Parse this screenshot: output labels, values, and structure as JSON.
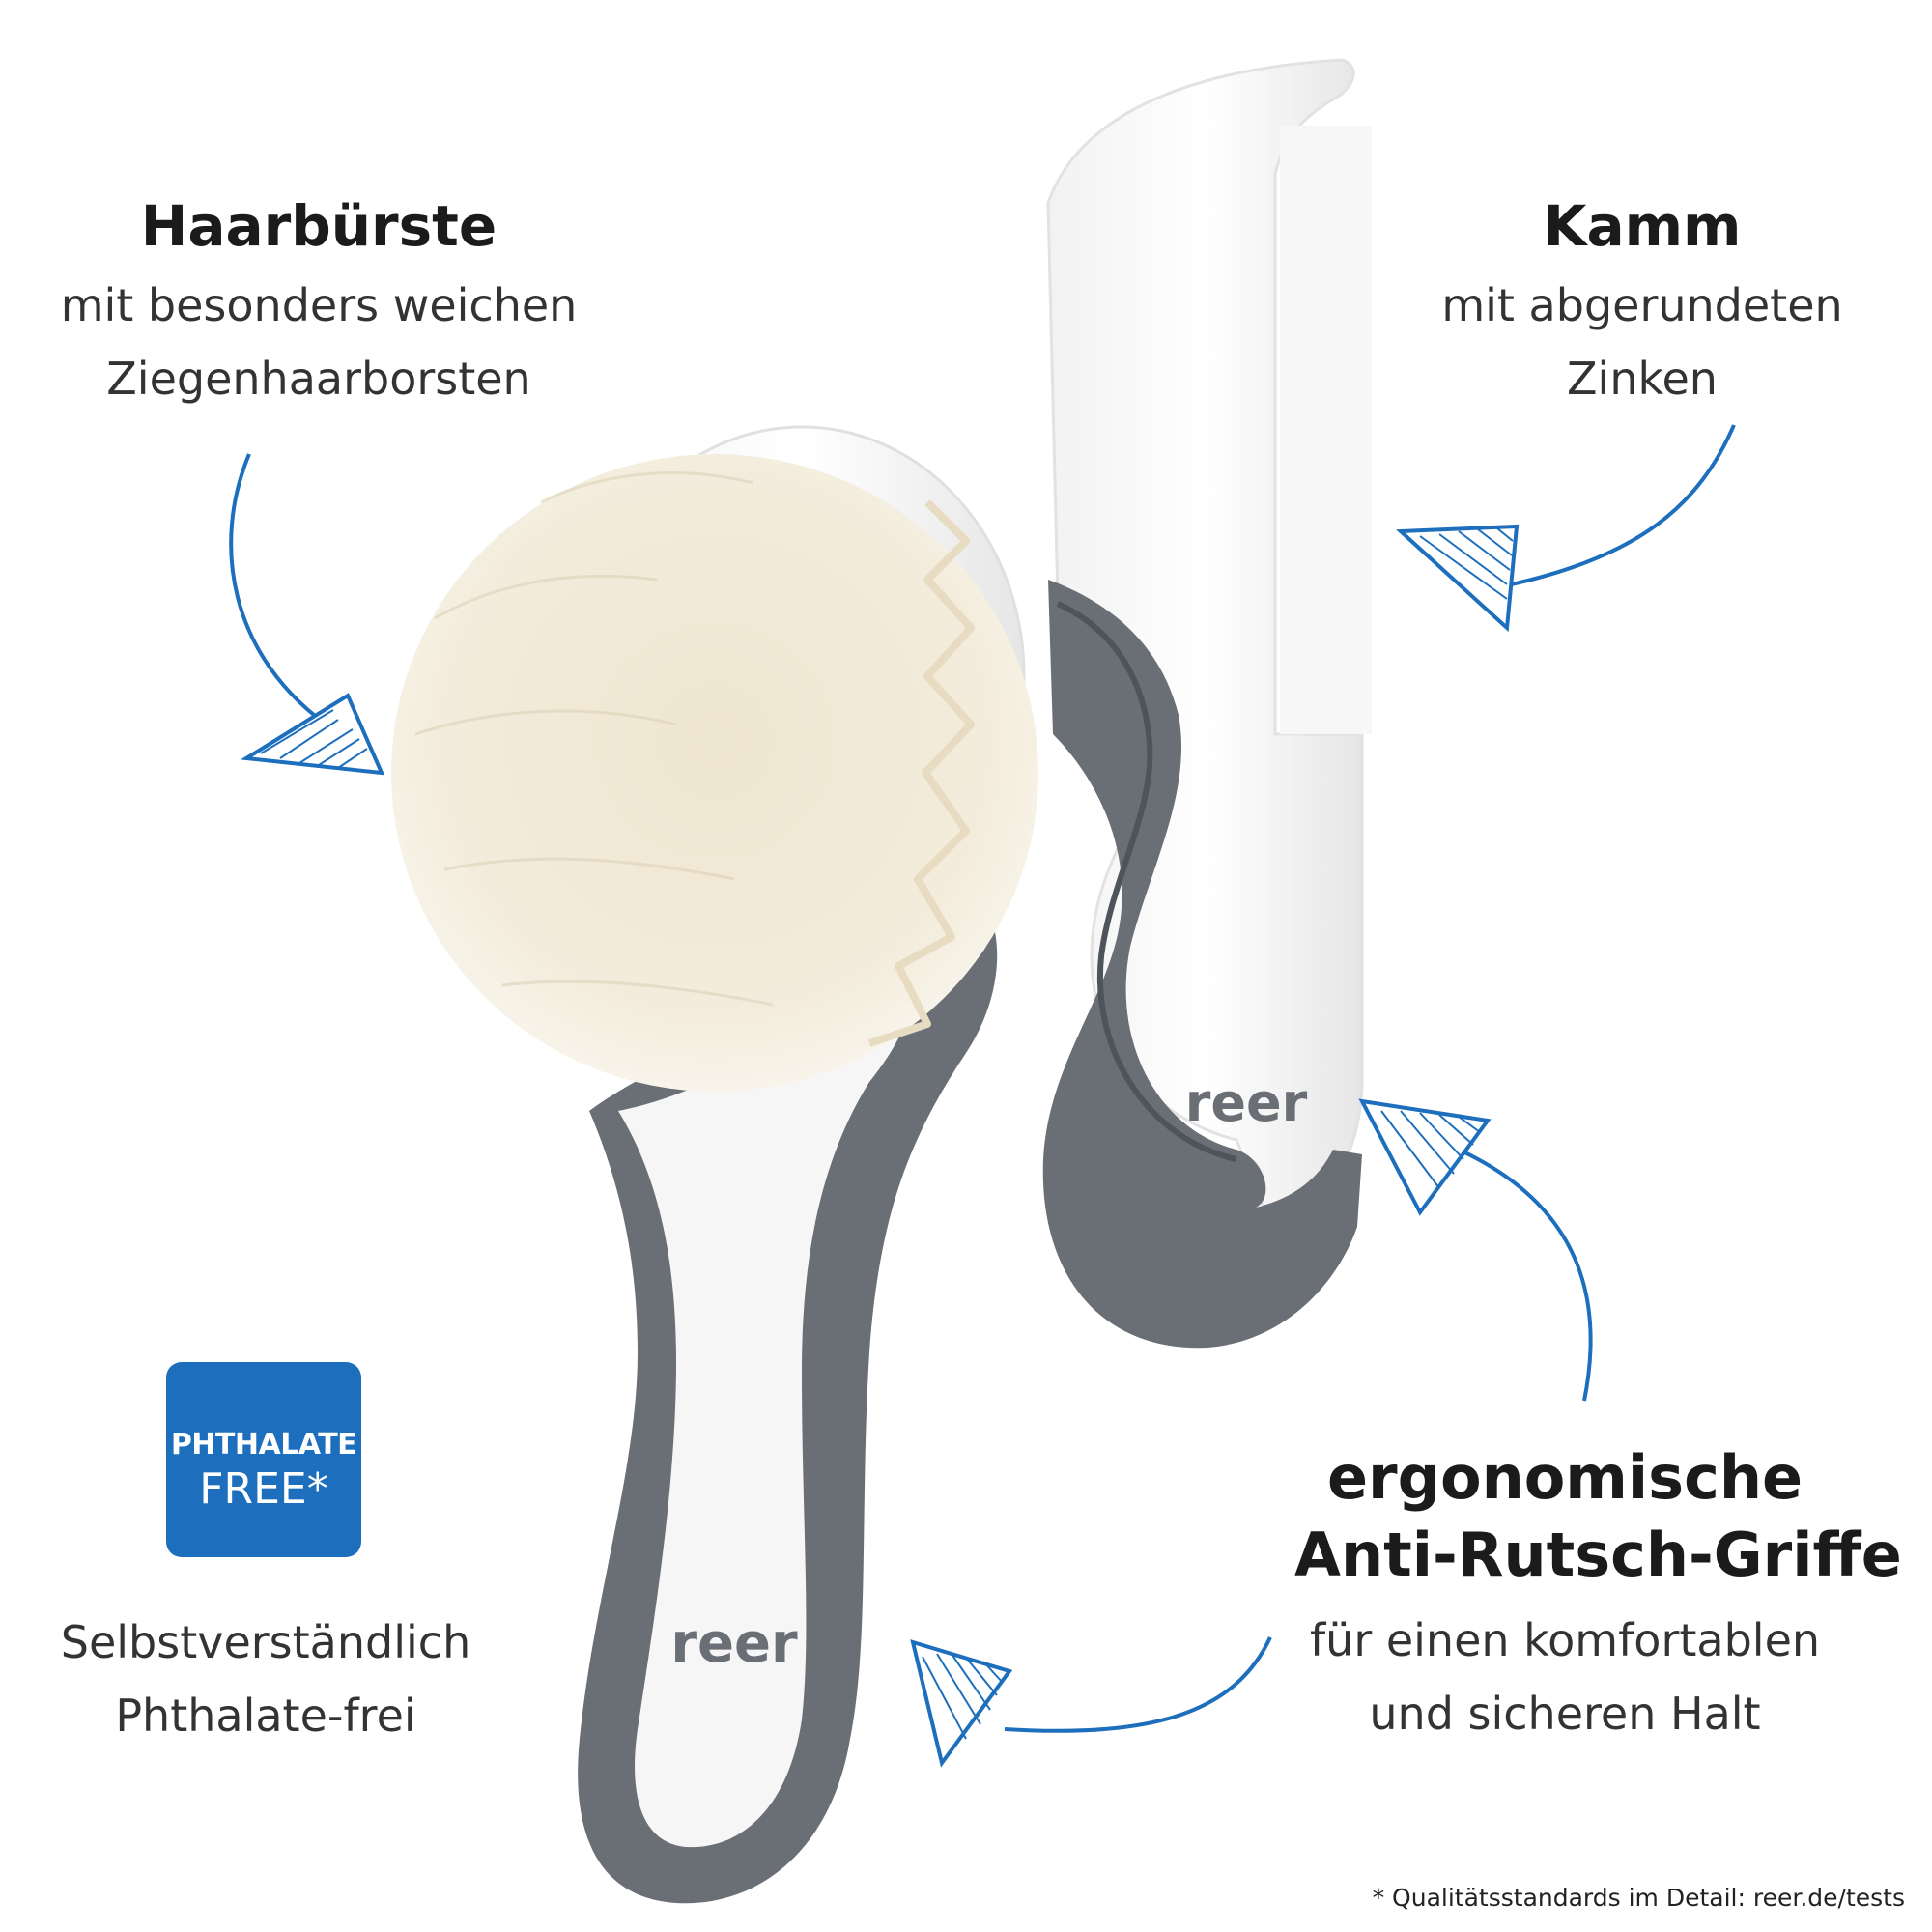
{
  "brush": {
    "title": "Haarbürste",
    "line1": "mit besonders weichen",
    "line2": "Ziegenhaarborsten",
    "logo": "reer"
  },
  "comb": {
    "title": "Kamm",
    "line1": "mit abgerundeten",
    "line2": "Zinken",
    "logo": "reer"
  },
  "grips": {
    "title_line1": "ergonomische",
    "title_line2": "Anti-Rutsch-Griffe",
    "line1": "für einen komfortablen",
    "line2": "und sicheren Halt"
  },
  "badge": {
    "top": "PHTHALATE",
    "bottom": "FREE*"
  },
  "phthalate_note": {
    "line1": "Selbstverständlich",
    "line2": "Phthalate-frei"
  },
  "footnote": "* Qualitätsstandards im Detail: reer.de/tests",
  "colors": {
    "arrow": "#1d6fbd",
    "handle_grey": "#6a6e75",
    "bristle": "#f1ead8",
    "badge": "#1d6fbd"
  }
}
